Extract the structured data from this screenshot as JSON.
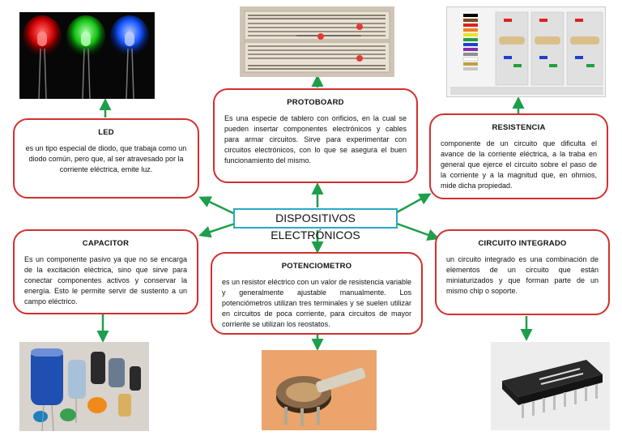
{
  "center": {
    "title": "DISPOSITIVOS ELECTRÓNICOS"
  },
  "colors": {
    "border": "#d32f2f",
    "center_border": "#29a8c4",
    "arrow": "#1e9e4a"
  },
  "nodes": {
    "led": {
      "title": "LED",
      "text": "es un tipo especial de diodo, que trabaja como un diodo común, pero que, al ser atravesado por la corriente eléctrica, emite luz."
    },
    "protoboard": {
      "title": "PROTOBOARD",
      "text": "Es una especie de tablero con orificios, en la cual se pueden insertar componentes electrónicos y cables para armar circuitos. Sirve para experimentar con circuitos electrónicos, con lo que se asegura el buen funcionamiento del mismo."
    },
    "resistencia": {
      "title": "RESISTENCIA",
      "text": "componente de un circuito que dificulta el avance de la corriente eléctrica, a la traba en general que ejerce el circuito sobre el paso de la corriente y a la magnitud que, en ohmios, mide dicha propiedad."
    },
    "capacitor": {
      "title": "CAPACITOR",
      "text": "Es un componente pasivo ya que no se encarga de la excitación eléctrica, sino que sirve para conectar componentes activos y conservar la energía. Esto le permite servir de sustento a un campo eléctrico."
    },
    "potenciometro": {
      "title": "POTENCIOMETRO",
      "text": "es un resistor eléctrico con un valor de resistencia variable y generalmente ajustable manualmente. Los potenciómetros utilizan tres terminales y se suelen utilizar en circuitos de poca corriente, para circuitos de mayor corriente se utilizan los reostatos."
    },
    "circuito": {
      "title": "CIRCUITO INTEGRADO",
      "text": "un circuito integrado es una combinación de elementos de un circuito que están miniaturizados y que forman parte de un mismo chip o soporte."
    }
  },
  "images": {
    "led": "led-photo",
    "protoboard": "protoboard-photo",
    "resistencia": "resistor-color-code-chart",
    "capacitor": "capacitors-photo",
    "potenciometro": "potentiometer-photo",
    "circuito": "integrated-circuit-photo"
  }
}
